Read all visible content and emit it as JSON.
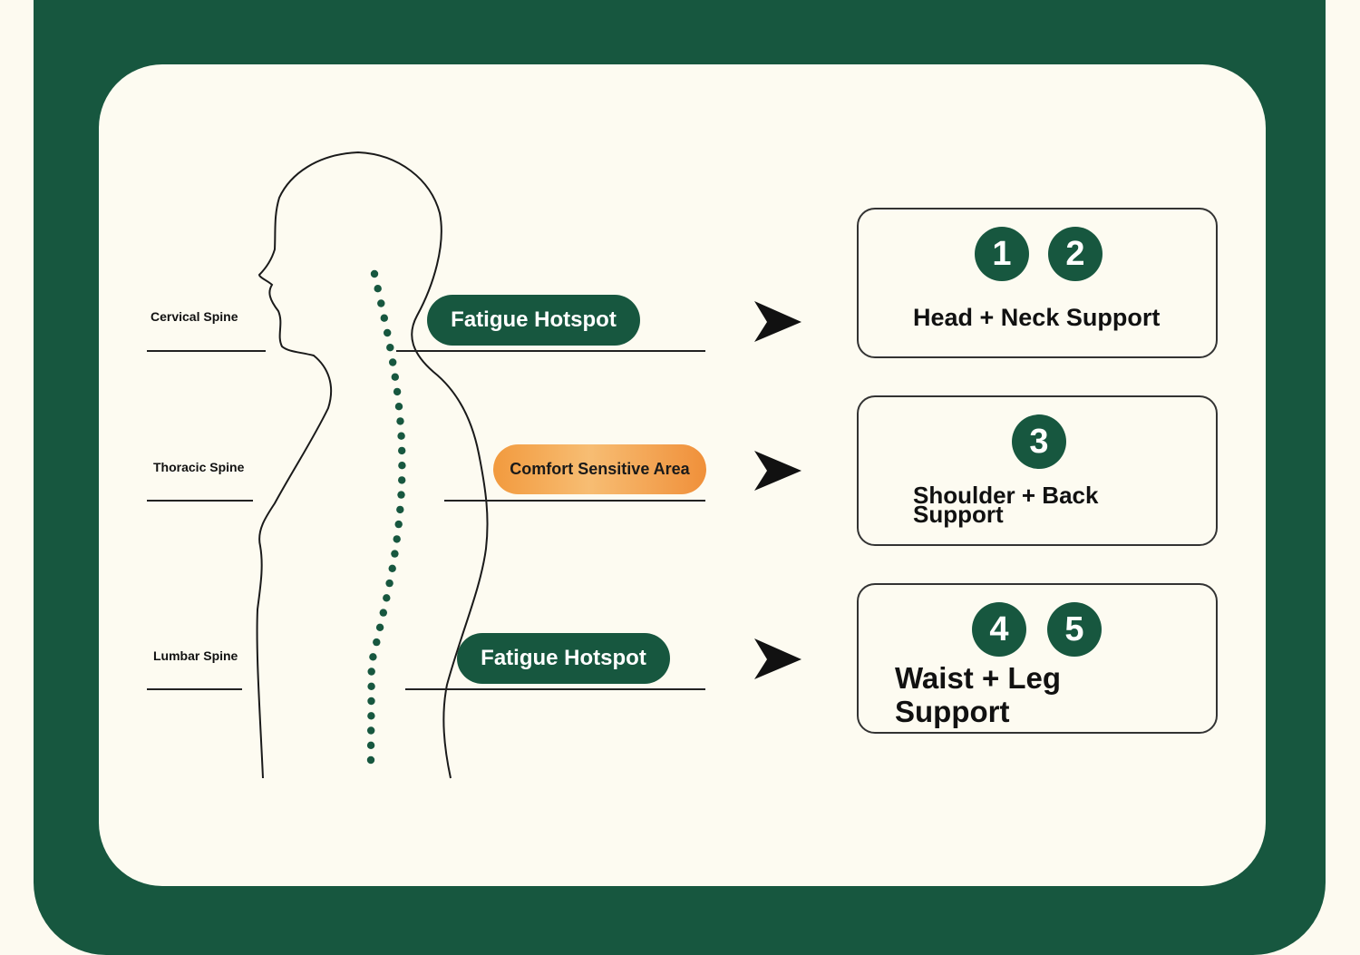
{
  "colors": {
    "brand_green": "#17573f",
    "accent_orange": "#f29a3e",
    "panel_bg": "#fdfbf1"
  },
  "spine_labels": [
    "Cervical Spine",
    "Thoracic Spine",
    "Lumbar Spine"
  ],
  "zones": [
    {
      "tag": "Fatigue Hotspot"
    },
    {
      "tag": "Comfort Sensitive Area"
    },
    {
      "tag": "Fatigue Hotspot"
    }
  ],
  "supports": [
    {
      "badges": [
        "1",
        "2"
      ],
      "title": "Head + Neck Support"
    },
    {
      "badges": [
        "3"
      ],
      "title": "Shoulder + Back Support"
    },
    {
      "badges": [
        "4",
        "5"
      ],
      "title": "Waist + Leg Support"
    }
  ],
  "icons": {
    "arrow": "arrow-right-icon"
  }
}
